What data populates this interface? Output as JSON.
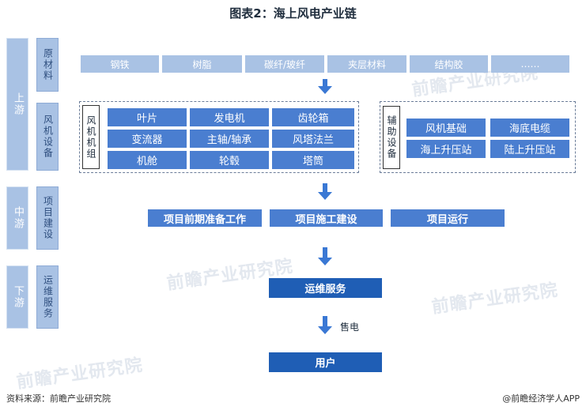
{
  "title": "图表2：海上风电产业链",
  "stages": {
    "upstream": "上游",
    "midstream": "中游",
    "downstream": "下游"
  },
  "categories": {
    "materials": "原材料",
    "wind_equipment": "风机设备",
    "project_construction": "项目建设",
    "operation_services": "运维服务"
  },
  "materials": [
    "钢铁",
    "树脂",
    "碳纤/玻纤",
    "夹层材料",
    "结构胶",
    "……"
  ],
  "turbine": {
    "label": "风机机组",
    "components": [
      "叶片",
      "发电机",
      "齿轮箱",
      "变流器",
      "主轴/轴承",
      "风塔法兰",
      "机舱",
      "轮毂",
      "塔筒"
    ]
  },
  "auxiliary": {
    "label": "辅助设备",
    "items": [
      "风机基础",
      "海底电缆",
      "海上升压站",
      "陆上升压站"
    ]
  },
  "projects": [
    "项目前期准备工作",
    "项目施工建设",
    "项目运行"
  ],
  "operation": "运维服务",
  "sell_power": "售电",
  "user": "用户",
  "footer": {
    "source": "资料来源：前瞻产业研究院",
    "brand": "@前瞻经济学人APP"
  },
  "watermark": "前瞻产业研究院",
  "colors": {
    "pale_blue": "#a9c2e4",
    "mid_blue": "#4a7ed0",
    "dark_blue": "#1f5eb5"
  }
}
